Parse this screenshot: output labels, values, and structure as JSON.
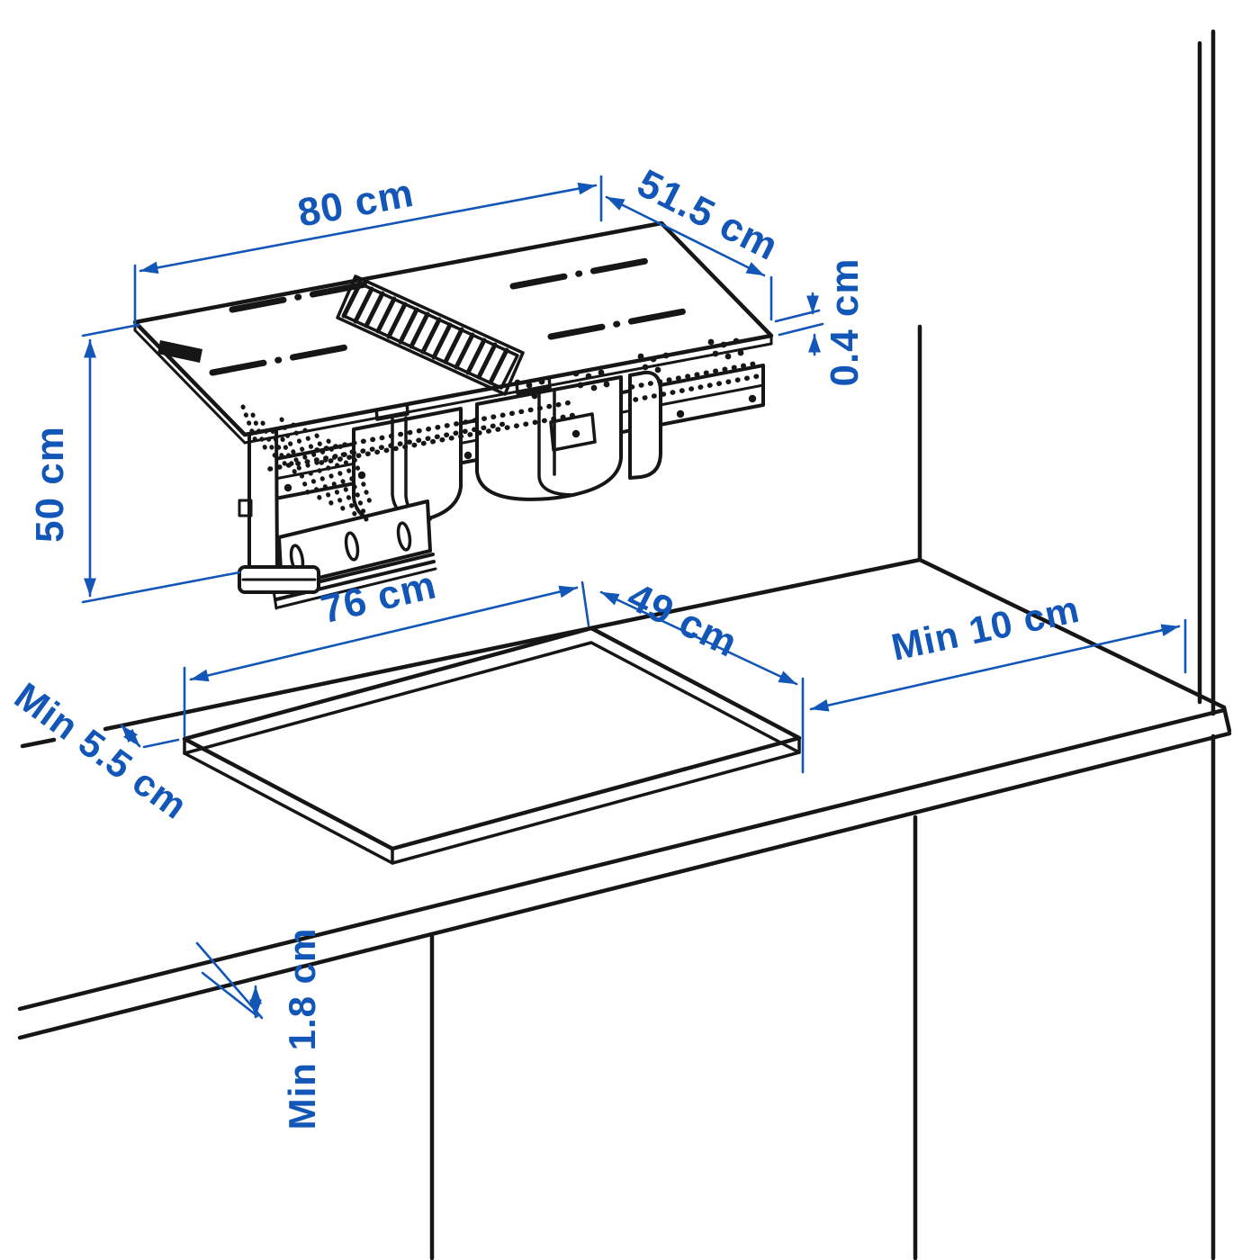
{
  "diagram": {
    "title": "hob-extractor-installation-dimensions",
    "accent_color": "#1256b8",
    "line_color": "#161616",
    "background_color": "#ffffff",
    "dimensions": {
      "hob_width": {
        "label": "80 cm"
      },
      "hob_depth": {
        "label": "51.5 cm"
      },
      "glass_thickness": {
        "label": "0.4 cm"
      },
      "unit_height": {
        "label": "50 cm"
      },
      "cutout_width": {
        "label": "76 cm"
      },
      "cutout_depth": {
        "label": "49 cm"
      },
      "wall_clearance": {
        "label": "Min 10 cm"
      },
      "edge_clearance": {
        "label": "Min 5.5 cm"
      },
      "worktop_thickness": {
        "label": "Min 1.8 cm"
      }
    }
  }
}
